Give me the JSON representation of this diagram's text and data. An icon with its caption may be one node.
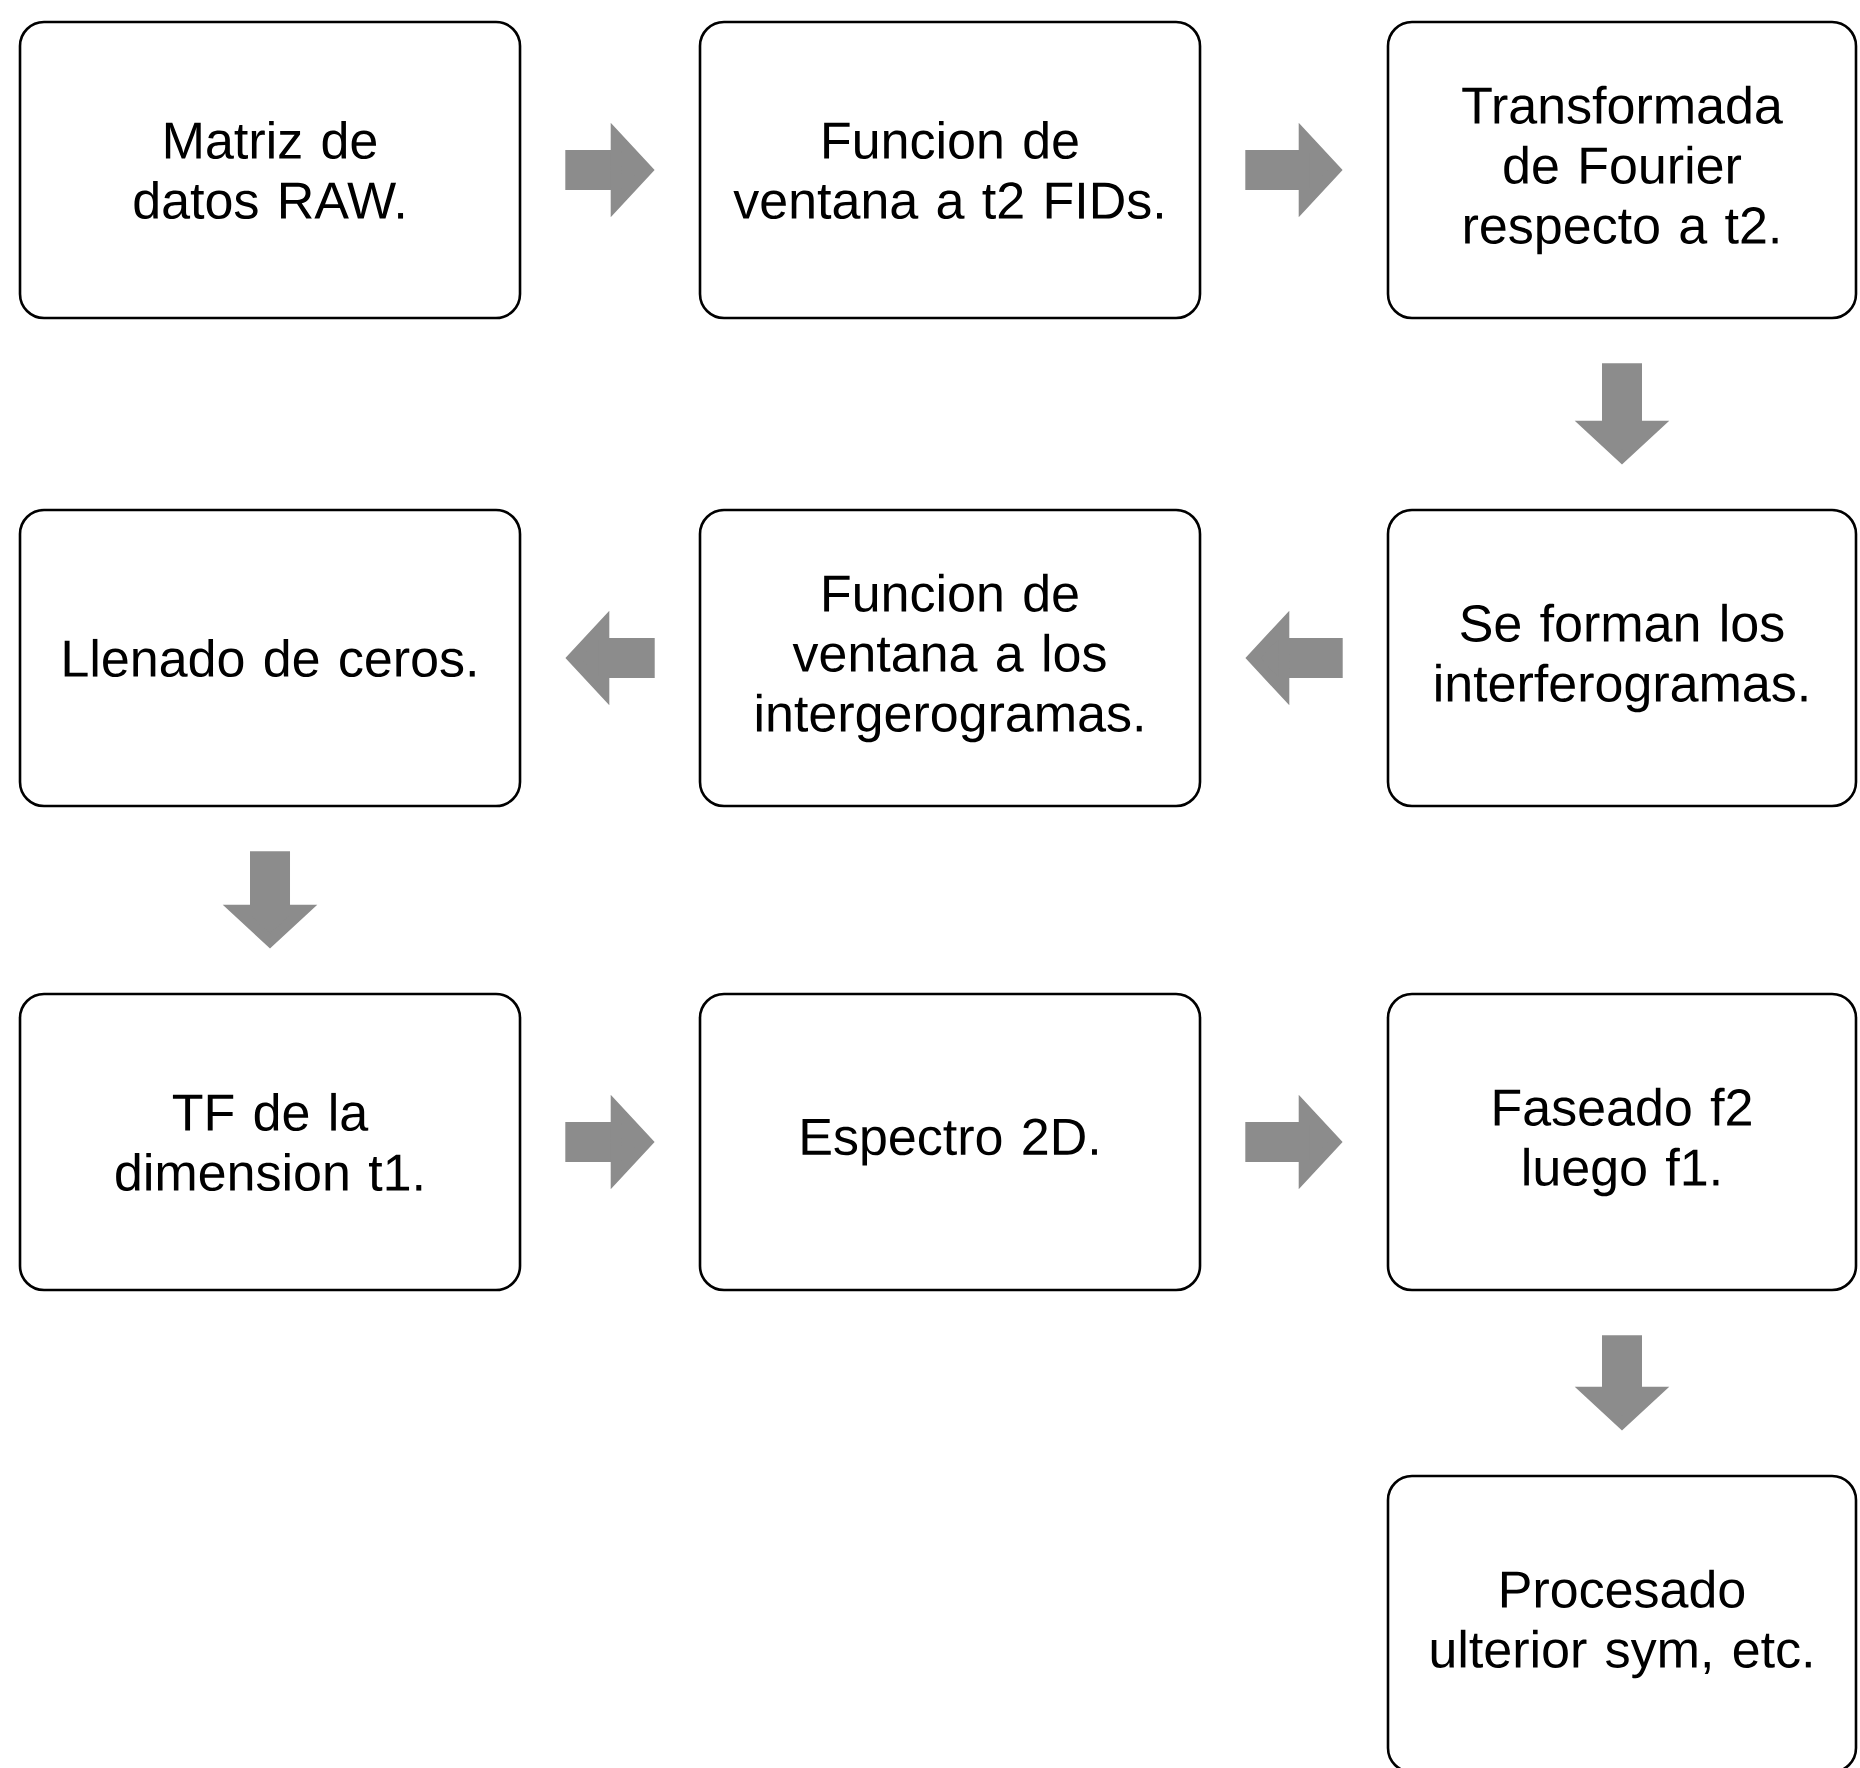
{
  "diagram": {
    "nodes": [
      {
        "text": [
          "Matriz de datos RAW."
        ]
      },
      {
        "text": [
          "Funcion de ventana a t2 FIDs."
        ]
      },
      {
        "text": [
          "Transformada de Fourier respecto a t2."
        ]
      },
      {
        "text": [
          "Se forman los interferogramas."
        ]
      },
      {
        "text": [
          "Funcion de ventana a los intergerogramas."
        ]
      },
      {
        "text": [
          "Llenado de ceros."
        ]
      },
      {
        "text": [
          "TF de la dimension t1."
        ]
      },
      {
        "text": [
          "Espectro 2D."
        ]
      },
      {
        "text": [
          "Faseado f2 luego f1."
        ]
      },
      {
        "text": [
          "Procesado ulterior sym, etc."
        ]
      }
    ],
    "edges": [
      {
        "from": 0,
        "to": 1,
        "arrow": "to"
      },
      {
        "from": 1,
        "to": 2,
        "arrow": "to"
      },
      {
        "from": 2,
        "to": 3,
        "arrow": "to"
      },
      {
        "from": 3,
        "to": 4,
        "arrow": "to"
      },
      {
        "from": 4,
        "to": 5,
        "arrow": "to"
      },
      {
        "from": 5,
        "to": 6,
        "arrow": "to"
      },
      {
        "from": 6,
        "to": 7,
        "arrow": "to"
      },
      {
        "from": 7,
        "to": 8,
        "arrow": "to"
      },
      {
        "from": 8,
        "to": 9,
        "arrow": "to"
      }
    ]
  }
}
